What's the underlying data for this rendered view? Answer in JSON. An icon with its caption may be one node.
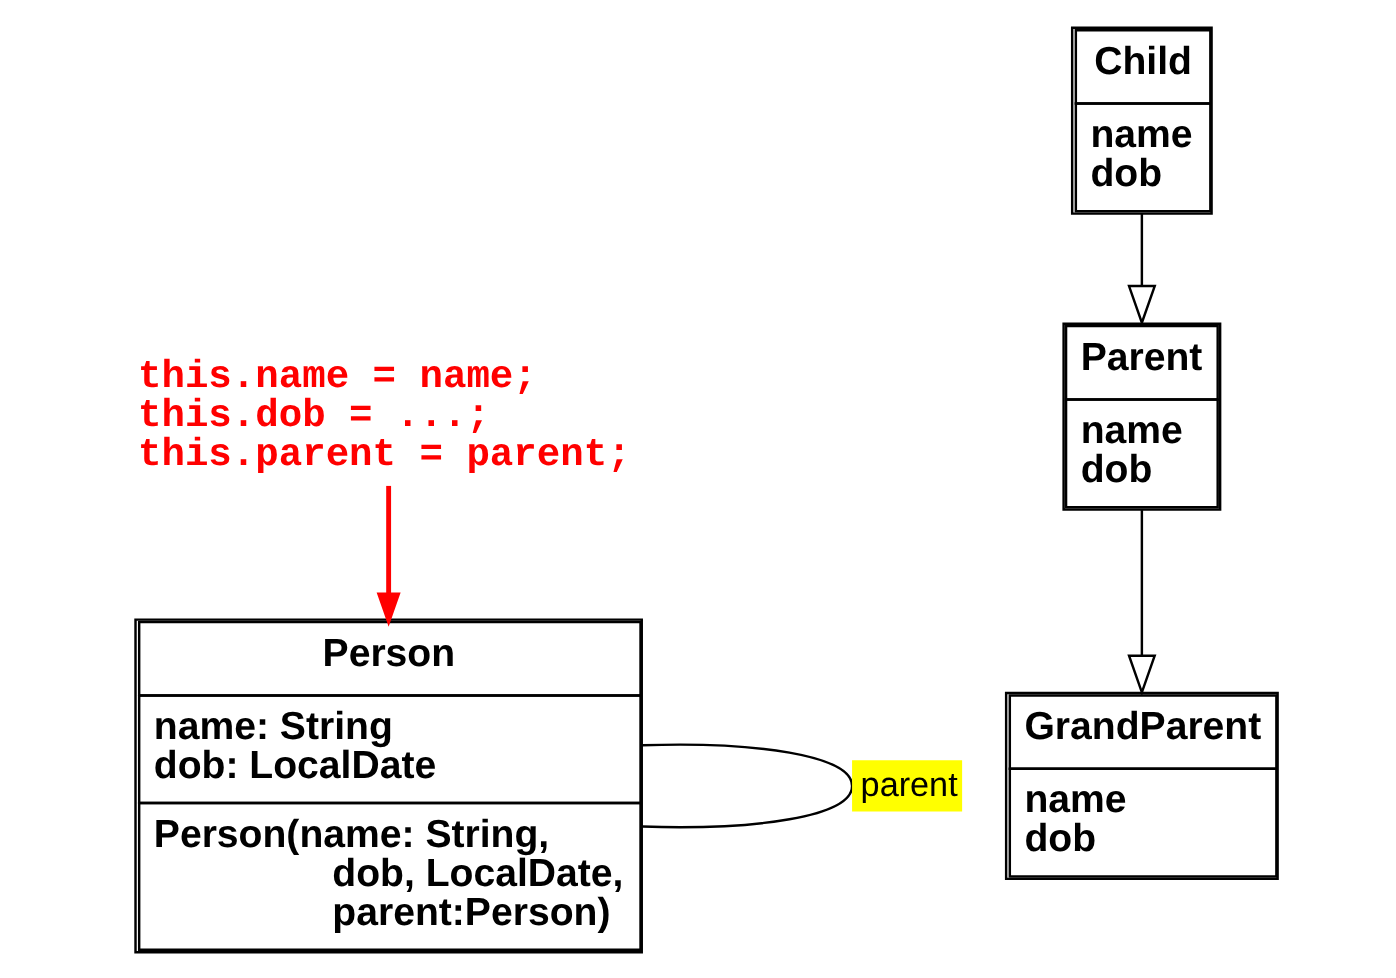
{
  "diagram": {
    "nodes": [
      {
        "text": [
          "Person",
          "name: String",
          "dob: LocalDate",
          "Person(name: String,",
          "dob, LocalDate,",
          "parent:Person)"
        ]
      },
      {
        "text": [
          "this.name = name;",
          "this.dob = ...;",
          "this.parent = parent;"
        ]
      },
      {
        "text": [
          "GrandParent",
          "name",
          "dob"
        ]
      },
      {
        "text": [
          "Parent",
          "name",
          "dob"
        ]
      },
      {
        "text": [
          "Child",
          "name",
          "dob"
        ]
      }
    ],
    "edges": [
      {
        "from": 0,
        "to": 0,
        "arrow": "none",
        "label": "parent"
      },
      {
        "from": 1,
        "to": 0,
        "arrow": "to",
        "color": "#ff0000"
      },
      {
        "from": 3,
        "to": 2,
        "arrow": "to"
      },
      {
        "from": 4,
        "to": 3,
        "arrow": "to"
      }
    ]
  }
}
